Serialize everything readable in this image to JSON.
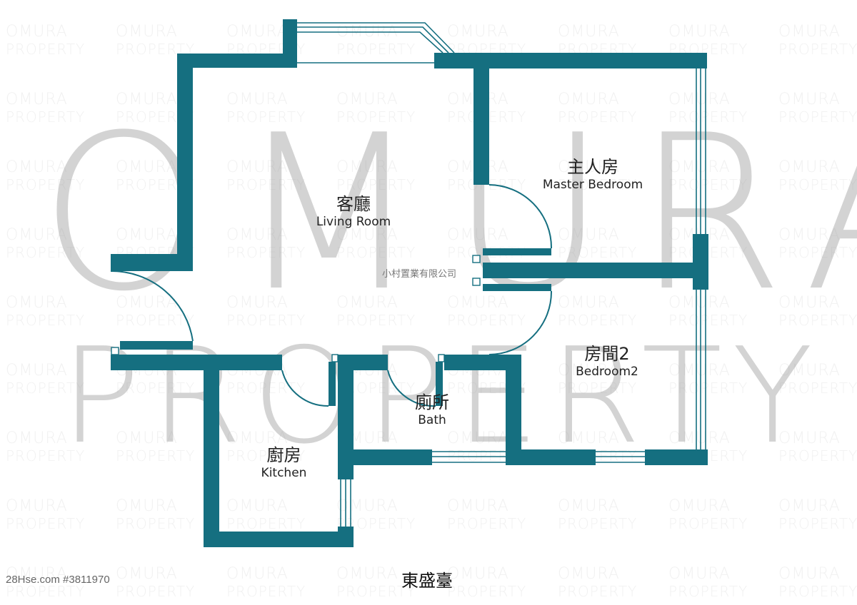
{
  "plan": {
    "wall_color": "#156f80",
    "watermark_big_line1": "OMURA",
    "watermark_big_line2": "PROPERTY",
    "watermark_tile_line1": "OMURA",
    "watermark_tile_line2": "PROPERTY",
    "company_name": "小村置業有限公司",
    "source_label": "28Hse.com #3811970",
    "street_name": "東盛臺"
  },
  "rooms": [
    {
      "id": "living",
      "zh": "客廳",
      "en": "Living Room"
    },
    {
      "id": "master",
      "zh": "主人房",
      "en": "Master Bedroom"
    },
    {
      "id": "bedroom2",
      "zh": "房間2",
      "en": "Bedroom2"
    },
    {
      "id": "bath",
      "zh": "廁所",
      "en": "Bath"
    },
    {
      "id": "kitchen",
      "zh": "廚房",
      "en": "Kitchen"
    }
  ]
}
